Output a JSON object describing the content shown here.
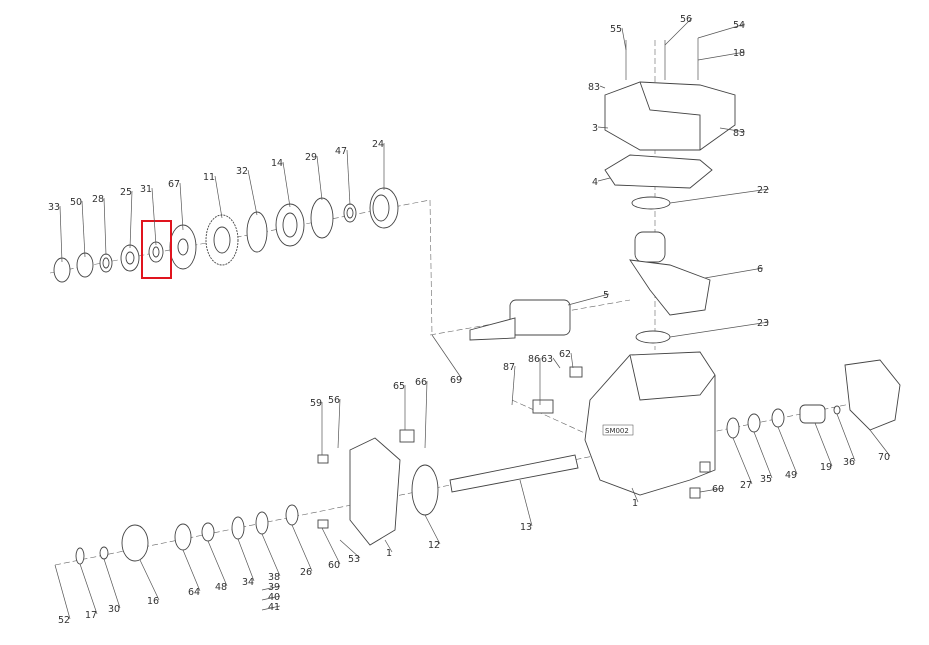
{
  "diagram": {
    "highlight_color": "#e0141e",
    "highlighted_part": "31",
    "housing_marking": "SM002",
    "callouts": [
      "55",
      "56",
      "54",
      "18",
      "83",
      "3",
      "83",
      "4",
      "22",
      "6",
      "5",
      "23",
      "69",
      "33",
      "50",
      "28",
      "25",
      "31",
      "67",
      "11",
      "32",
      "14",
      "29",
      "47",
      "24",
      "59",
      "56",
      "65",
      "66",
      "87",
      "86",
      "63",
      "62",
      "1",
      "27",
      "35",
      "49",
      "19",
      "36",
      "70",
      "60",
      "13",
      "12",
      "1",
      "60",
      "53",
      "26",
      "38",
      "39",
      "40",
      "41",
      "34",
      "48",
      "64",
      "16",
      "30",
      "17",
      "52"
    ]
  }
}
